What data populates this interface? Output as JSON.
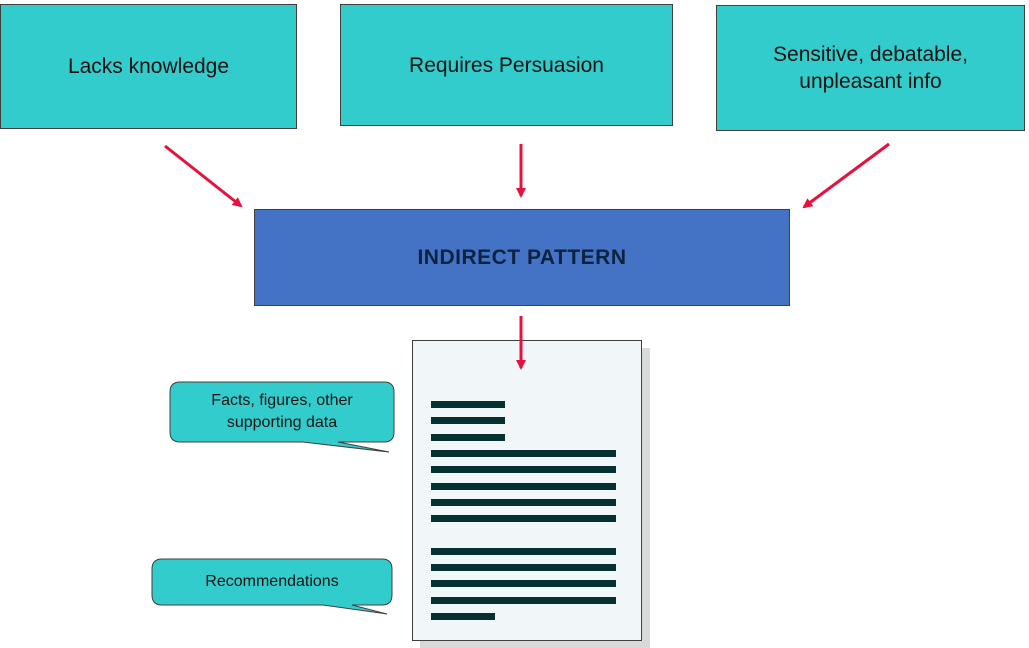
{
  "inputs": [
    {
      "label": "Lacks knowledge"
    },
    {
      "label": "Requires Persuasion"
    },
    {
      "label": "Sensitive, debatable, unpleasant info"
    }
  ],
  "center": {
    "label": "INDIRECT PATTERN"
  },
  "callouts": [
    {
      "label": "Facts, figures, other supporting data"
    },
    {
      "label": "Recommendations"
    }
  ],
  "colors": {
    "input_box": "#33cccc",
    "center_box": "#4472c4",
    "arrow": "#e8103c",
    "document": "#f1f6f8",
    "text_lines": "#063131"
  },
  "icons": {
    "document": "document-icon",
    "arrow": "arrow-icon"
  }
}
